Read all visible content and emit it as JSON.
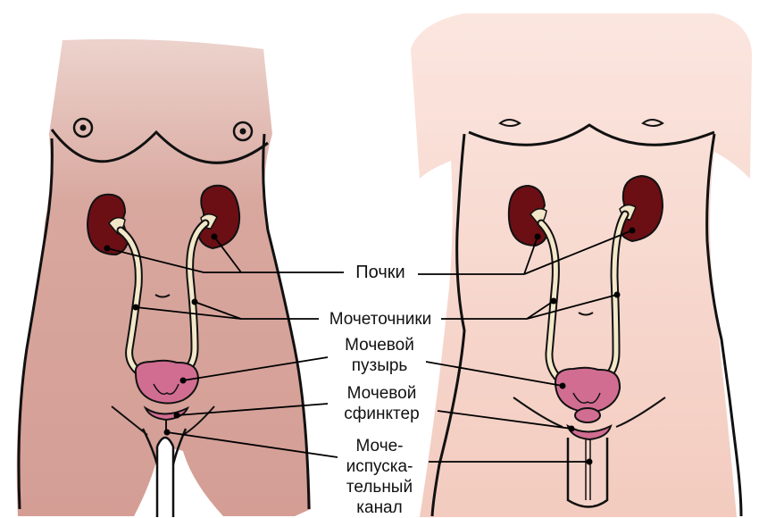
{
  "labels": {
    "kidneys": "Почки",
    "ureters": "Мочеточники",
    "bladder_1": "Мочевой",
    "bladder_2": "пузырь",
    "sphincter_1": "Мочевой",
    "sphincter_2": "сфинктер",
    "urethra_1": "Моче-",
    "urethra_2": "испуска-",
    "urethra_3": "тельный",
    "urethra_4": "канал"
  },
  "colors": {
    "skin_female": "#d8a79e",
    "skin_male": "#f4d2c8",
    "kidney": "#6b0f14",
    "kidney_pelvis": "#f2e6c8",
    "ureter": "#f3e8c9",
    "bladder": "#d16d91",
    "leader_line": "#000000",
    "outline": "#1a1a1a"
  }
}
